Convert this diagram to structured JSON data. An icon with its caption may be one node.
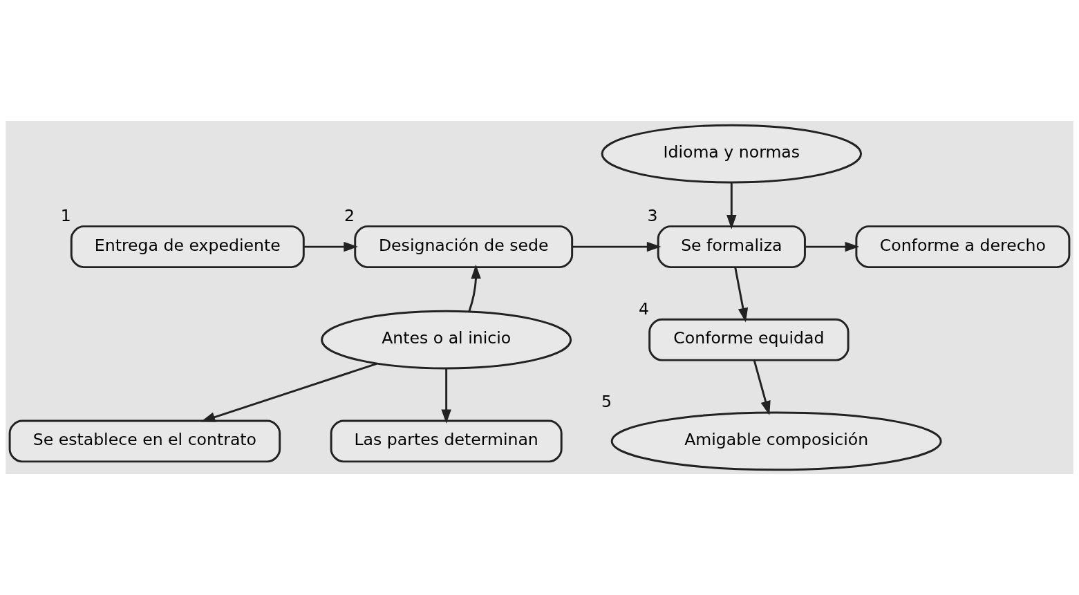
{
  "diagram": {
    "nodes": [
      {
        "text": [
          "Entrega de expediente"
        ],
        "beside": [
          "1"
        ]
      },
      {
        "text": [
          "Designación de sede"
        ],
        "beside": [
          "2"
        ]
      },
      {
        "text": [
          "Idioma y normas"
        ]
      },
      {
        "text": [
          "Se formaliza"
        ],
        "beside": [
          "3"
        ]
      },
      {
        "text": [
          "Conforme a derecho"
        ]
      },
      {
        "text": [
          "Conforme equidad"
        ],
        "beside": [
          "4"
        ]
      },
      {
        "text": [
          "Amigable composición"
        ],
        "beside": [
          "5"
        ]
      },
      {
        "text": [
          "Antes o al inicio"
        ]
      },
      {
        "text": [
          "Se establece en el contrato"
        ]
      },
      {
        "text": [
          "Las partes determinan"
        ]
      }
    ],
    "edges": [
      {
        "from": 0,
        "to": 1,
        "arrow": "to"
      },
      {
        "from": 1,
        "to": 3,
        "arrow": "to"
      },
      {
        "from": 2,
        "to": 3,
        "arrow": "to"
      },
      {
        "from": 3,
        "to": 4,
        "arrow": "to"
      },
      {
        "from": 3,
        "to": 5,
        "arrow": "to"
      },
      {
        "from": 5,
        "to": 6,
        "arrow": "to"
      },
      {
        "from": 7,
        "to": 1,
        "arrow": "to"
      },
      {
        "from": 7,
        "to": 8,
        "arrow": "to"
      },
      {
        "from": 7,
        "to": 9,
        "arrow": "to"
      }
    ]
  }
}
